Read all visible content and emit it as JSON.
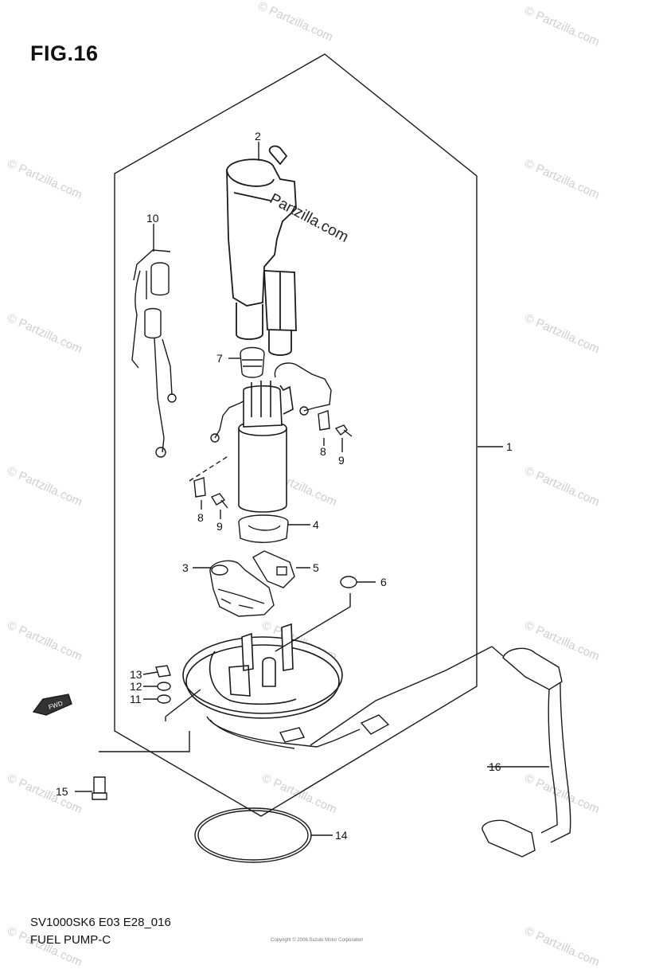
{
  "figure": {
    "title": "FIG.16",
    "code": "SV1000SK6 E03 E28_016",
    "name": "FUEL PUMP-C",
    "copyright": "Copyright © 2006 Suzuki Motor Corporation"
  },
  "watermark": {
    "text": "© Partzilla.com",
    "main_text": "Partzilla.com"
  },
  "fwd_badge": "FWD",
  "callouts": [
    "1",
    "2",
    "3",
    "4",
    "5",
    "6",
    "7",
    "8",
    "9",
    "8",
    "9",
    "10",
    "11",
    "12",
    "13",
    "14",
    "15",
    "16"
  ],
  "colors": {
    "line": "#1a1a1a",
    "watermark": "#cfcfcf"
  }
}
